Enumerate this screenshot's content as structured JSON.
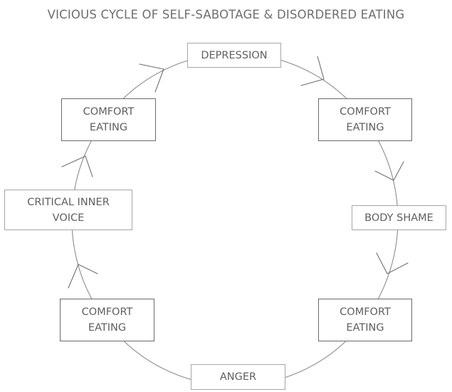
{
  "title": "VICIOUS CYCLE OF SELF-SABOTAGE & DISORDERED EATING",
  "nodes": [
    {
      "id": "depression",
      "lines": [
        "DEPRESSION"
      ]
    },
    {
      "id": "comfort_eating_top_right",
      "lines": [
        "COMFORT",
        "EATING"
      ]
    },
    {
      "id": "body_shame",
      "lines": [
        "BODY SHAME"
      ]
    },
    {
      "id": "comfort_eating_bottom_right",
      "lines": [
        "COMFORT",
        "EATING"
      ]
    },
    {
      "id": "anger",
      "lines": [
        "ANGER"
      ]
    },
    {
      "id": "comfort_eating_bottom_left",
      "lines": [
        "COMFORT",
        "EATING"
      ]
    },
    {
      "id": "critical_inner_voice",
      "lines": [
        "CRITICAL INNER",
        "VOICE"
      ]
    },
    {
      "id": "comfort_eating_top_left",
      "lines": [
        "COMFORT",
        "EATING"
      ]
    }
  ],
  "flow": "clockwise"
}
